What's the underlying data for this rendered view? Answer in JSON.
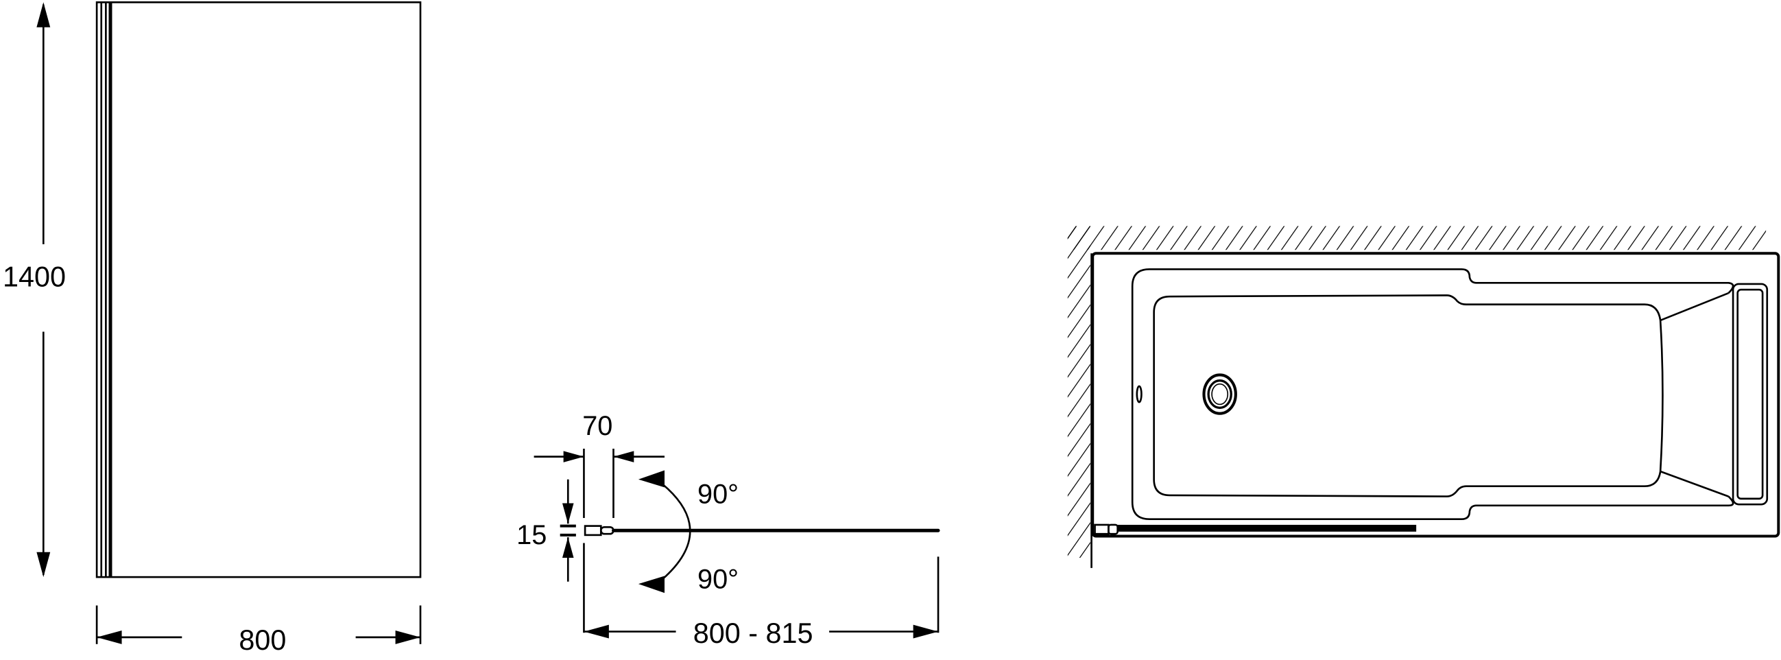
{
  "front_view": {
    "height_label": "1400",
    "width_label": "800"
  },
  "top_view": {
    "profile_width_label": "70",
    "thickness_label": "15",
    "swing_in_label": "90°",
    "swing_out_label": "90°",
    "span_label": "800 - 815"
  },
  "plan_view": {
    "description_visible": false
  }
}
